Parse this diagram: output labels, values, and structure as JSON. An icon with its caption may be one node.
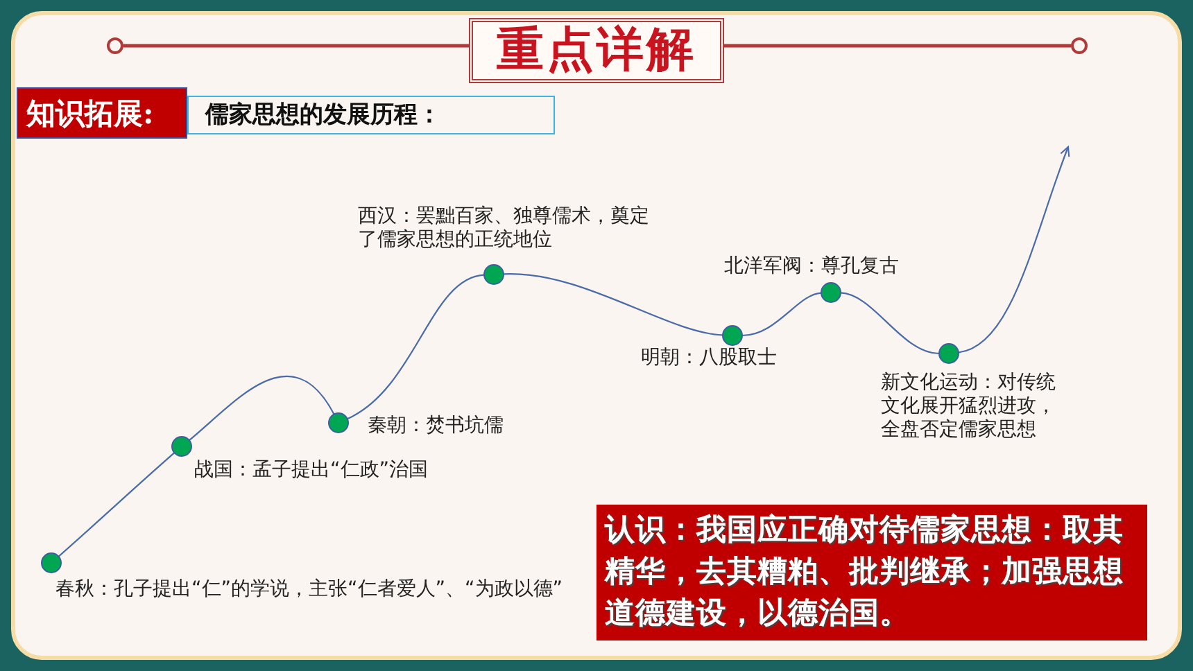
{
  "diagram": {
    "title": "重点详解",
    "nodes": [
      {
        "text": [
          "知识拓展:"
        ]
      },
      {
        "text": [
          "儒家思想的发展历程："
        ]
      },
      {
        "text": [],
        "shape": "circle",
        "beside": [
          "春秋：孔子提出“仁”的学说，主张“仁者爱人”、“为政以德”"
        ]
      },
      {
        "text": [],
        "shape": "circle",
        "beside": [
          "战国：孟子提出“仁政”治国"
        ]
      },
      {
        "text": [],
        "shape": "circle",
        "beside": [
          "秦朝：焚书坑儒"
        ]
      },
      {
        "text": [],
        "shape": "circle",
        "beside": [
          "西汉：罢黜百家、独尊儒术，奠定了儒家思想的正统地位"
        ]
      },
      {
        "text": [],
        "shape": "circle",
        "beside": [
          "明朝：八股取士"
        ]
      },
      {
        "text": [],
        "shape": "circle",
        "beside": [
          "北洋军阀：尊孔复古"
        ]
      },
      {
        "text": [],
        "shape": "circle",
        "beside": [
          "新文化运动：对传统文化展开猛烈进攻，全盘否定儒家思想"
        ]
      },
      {
        "text": [
          "认识：我国应正确对待儒家思想：取其精华，去其糟粕、批判继承；加强思想道德建设，以德治国。"
        ]
      }
    ],
    "edges": [
      {
        "from": 2,
        "to": 3,
        "arrow": "none"
      },
      {
        "from": 3,
        "to": 4,
        "arrow": "none"
      },
      {
        "from": 4,
        "to": 5,
        "arrow": "none"
      },
      {
        "from": 5,
        "to": 6,
        "arrow": "none"
      },
      {
        "from": 6,
        "to": 7,
        "arrow": "none"
      },
      {
        "from": 7,
        "to": 8,
        "arrow": "none"
      },
      {
        "from": 8,
        "to": null,
        "arrow": "to"
      }
    ]
  }
}
